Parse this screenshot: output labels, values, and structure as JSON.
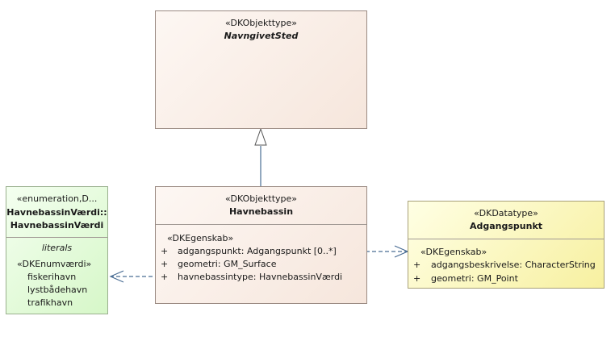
{
  "navngivet_sted": {
    "stereotype": "«DKObjekttype»",
    "name": "NavngivetSted"
  },
  "havnebassin": {
    "stereotype": "«DKObjekttype»",
    "name": "Havnebassin",
    "attr_stereotype": "«DKEgenskab»",
    "attributes": [
      {
        "vis": "+",
        "text": "adgangspunkt: Adgangspunkt [0..*]"
      },
      {
        "vis": "+",
        "text": "geometri: GM_Surface"
      },
      {
        "vis": "+",
        "text": "havnebassintype: HavnebassinVærdi"
      }
    ]
  },
  "enumeration": {
    "stereotype": "«enumeration,D...",
    "name_line1": "HavnebassinVærdi::",
    "name_line2": "HavnebassinVærdi",
    "section_label": "literals",
    "literal_stereotype": "«DKEnumværdi»",
    "literals": [
      "fiskerihavn",
      "lystbådehavn",
      "trafikhavn"
    ]
  },
  "adgangspunkt": {
    "stereotype": "«DKDatatype»",
    "name": "Adgangspunkt",
    "attr_stereotype": "«DKEgenskab»",
    "attributes": [
      {
        "vis": "+",
        "text": "adgangsbeskrivelse: CharacterString"
      },
      {
        "vis": "+",
        "text": "geometri: GM_Point"
      }
    ]
  },
  "colors": {
    "objekttype_fill": "#f6e6dc",
    "enumeration_fill": "#d6f7c8",
    "datatype_fill": "#f7f0a0",
    "generalization_line": "#4a6d94",
    "dependency_line": "#4a6d94"
  }
}
